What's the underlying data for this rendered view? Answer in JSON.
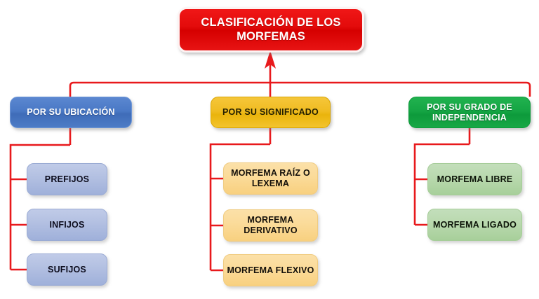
{
  "diagram": {
    "title": "CLASIFICACIÓN DE LOS MORFEMAS",
    "branches": [
      {
        "id": "ubicacion",
        "label": "POR SU UBICACIÓN",
        "color": "#4a79c6",
        "leaf_color": "#b4c1e2",
        "items": [
          {
            "label": "PREFIJOS"
          },
          {
            "label": "INFIJOS"
          },
          {
            "label": "SUFIJOS"
          }
        ]
      },
      {
        "id": "significado",
        "label": "POR SU SIGNIFICADO",
        "color": "#f0bc22",
        "leaf_color": "#fbdb99",
        "items": [
          {
            "label": "MORFEMA RAÍZ O LEXEMA"
          },
          {
            "label": "MORFEMA DERIVATIVO"
          },
          {
            "label": "MORFEMA FLEXIVO"
          }
        ]
      },
      {
        "id": "independencia",
        "label": "POR SU GRADO DE INDEPENDENCIA",
        "color": "#15a544",
        "leaf_color": "#b9d9ae",
        "items": [
          {
            "label": "MORFEMA LIBRE"
          },
          {
            "label": "MORFEMA LIGADO"
          }
        ]
      }
    ],
    "connector_color": "#e8191c",
    "background": "#ffffff"
  }
}
